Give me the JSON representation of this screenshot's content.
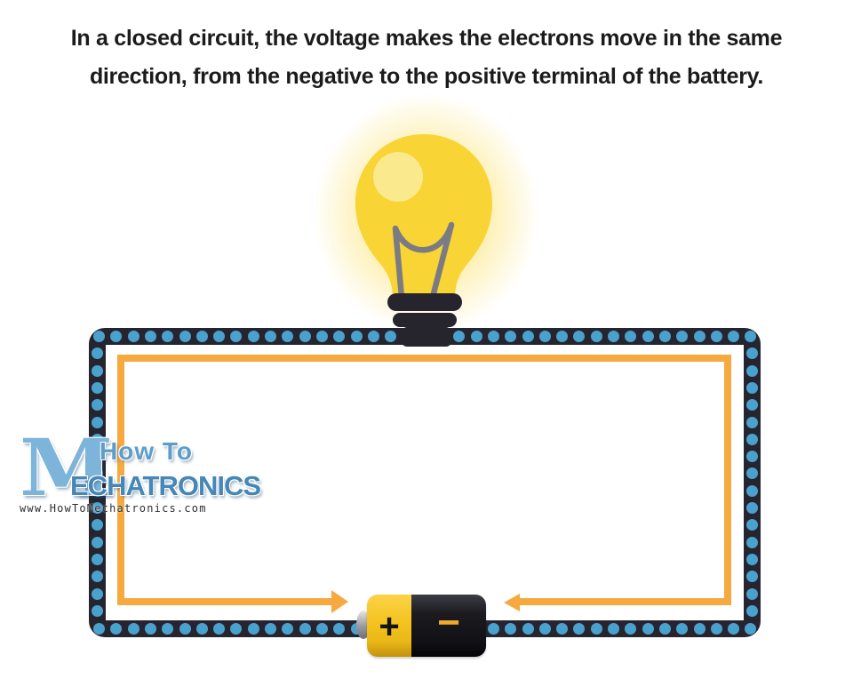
{
  "caption": {
    "line1": "In a closed circuit, the voltage makes the electrons move in the same",
    "line2": "direction, from the negative to the positive terminal of the battery."
  },
  "diagram": {
    "subject": "closed electric circuit with light bulb and battery",
    "wire_color": "#26252f",
    "electron_dot_color": "#49a2ce",
    "current_arrow_color": "#f6a93e",
    "bulb_color": "#f8d434",
    "bulb_highlight_color": "#fbe98e",
    "filament_color": "#7b7b83",
    "battery": {
      "positive_label": "+",
      "negative_label": "−",
      "positive_color": "#f5c31f",
      "negative_color": "#17171a"
    }
  },
  "watermark": {
    "m_letter": "M",
    "line1": "How To",
    "line2": "ECHATRONICS",
    "url": "www.HowToMechatronics.com"
  }
}
